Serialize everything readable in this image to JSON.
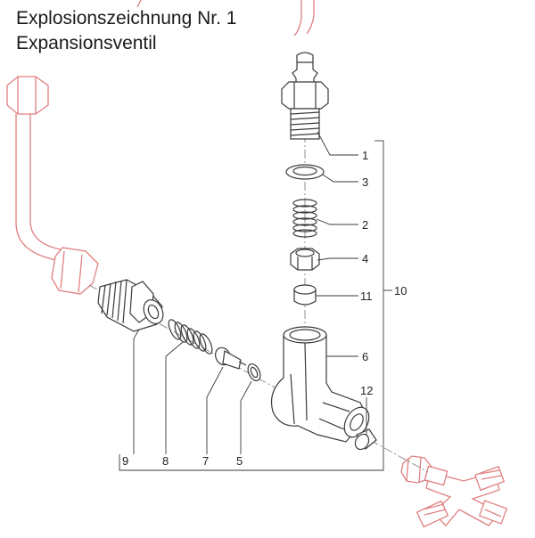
{
  "title": {
    "line1": "Explosionszeichnung Nr. 1",
    "line2": "Expansionsventil"
  },
  "colors": {
    "part_line": "#3a3a3a",
    "context_red": "#e08080",
    "background": "#ffffff"
  },
  "callouts": {
    "c1": "1",
    "c2": "2",
    "c3": "3",
    "c4": "4",
    "c5": "5",
    "c6": "6",
    "c7": "7",
    "c8": "8",
    "c9": "9",
    "c10": "10",
    "c11": "11",
    "c12": "12"
  }
}
